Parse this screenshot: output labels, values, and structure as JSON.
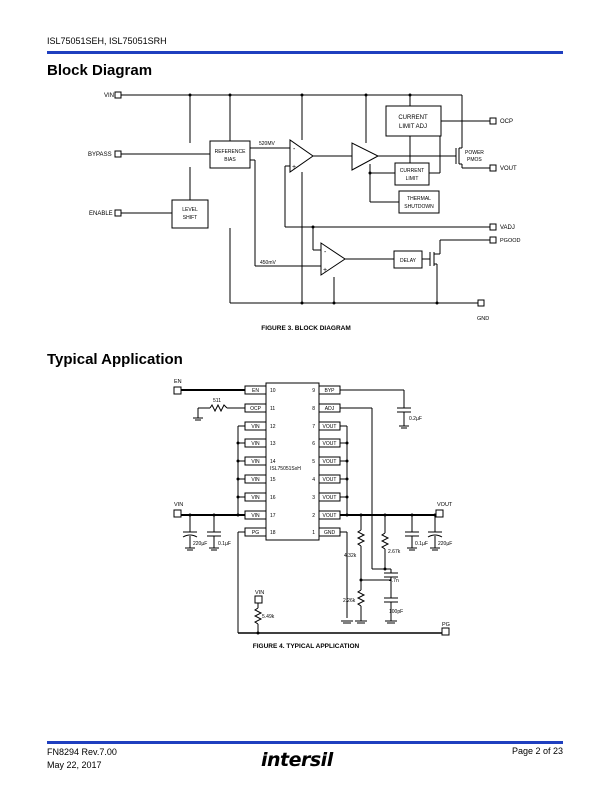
{
  "header": {
    "title": "ISL75051SEH, ISL75051SRH"
  },
  "block_diagram": {
    "section_title": "Block Diagram",
    "pins": {
      "vin": "VIN",
      "bypass": "BYPASS",
      "enable": "ENABLE",
      "ocp": "OCP",
      "vout": "VOUT",
      "vadj": "VADJ",
      "pgood": "PGOOD",
      "gnd": "GND"
    },
    "blocks": {
      "reference_bias_1": "REFERENCE",
      "reference_bias_2": "BIAS",
      "level_shift_1": "LEVEL",
      "level_shift_2": "SHIFT",
      "current_limit_adj_1": "CURRENT",
      "current_limit_adj_2": "LIMIT ADJ",
      "current_limit_1": "CURRENT",
      "current_limit_2": "LIMIT",
      "thermal_shutdown_1": "THERMAL",
      "thermal_shutdown_2": "SHUTDOWN",
      "delay": "DELAY",
      "power_pmos_1": "POWER",
      "power_pmos_2": "PMOS"
    },
    "labels": {
      "v520": "520MV",
      "v450": "450mV",
      "minus": "-",
      "plus": "+"
    },
    "caption": "FIGURE 3.  BLOCK DIAGRAM"
  },
  "typical_application": {
    "section_title": "Typical Application",
    "chip_name": "ISL75051SxH",
    "left_pins": [
      {
        "name": "EN",
        "num": "10"
      },
      {
        "name": "OCP",
        "num": "11"
      },
      {
        "name": "VIN",
        "num": "12"
      },
      {
        "name": "VIN",
        "num": "13"
      },
      {
        "name": "VIN",
        "num": "14"
      },
      {
        "name": "VIN",
        "num": "15"
      },
      {
        "name": "VIN",
        "num": "16"
      },
      {
        "name": "VIN",
        "num": "17"
      },
      {
        "name": "PG",
        "num": "18"
      }
    ],
    "right_pins": [
      {
        "name": "BYP",
        "num": "9"
      },
      {
        "name": "ADJ",
        "num": "8"
      },
      {
        "name": "VOUT",
        "num": "7"
      },
      {
        "name": "VOUT",
        "num": "6"
      },
      {
        "name": "VOUT",
        "num": "5"
      },
      {
        "name": "VOUT",
        "num": "4"
      },
      {
        "name": "VOUT",
        "num": "3"
      },
      {
        "name": "VOUT",
        "num": "2"
      },
      {
        "name": "GND",
        "num": "1"
      }
    ],
    "nets": {
      "en": "EN",
      "vin": "VIN",
      "vout": "VOUT",
      "pg": "PG",
      "vin_pullup": "VIN"
    },
    "components": {
      "r_ocp": "511",
      "c_byp": "0.2µF",
      "c_in_bulk": "220µF",
      "c_in": "0.1µF",
      "r_top": "4.32k",
      "r_fb": "2.67k",
      "c_ff": "4.7n",
      "r_bot": "2.26k",
      "c_fb": "100pF",
      "c_out": "0.1µF",
      "c_out_bulk": "220µF",
      "r_pg": "5.49k"
    },
    "caption": "FIGURE 4.  TYPICAL APPLICATION"
  },
  "footer": {
    "doc_id": "FN8294  Rev.7.00",
    "date": "May 22, 2017",
    "page": "Page 2 of 23",
    "logo": "intersil"
  }
}
